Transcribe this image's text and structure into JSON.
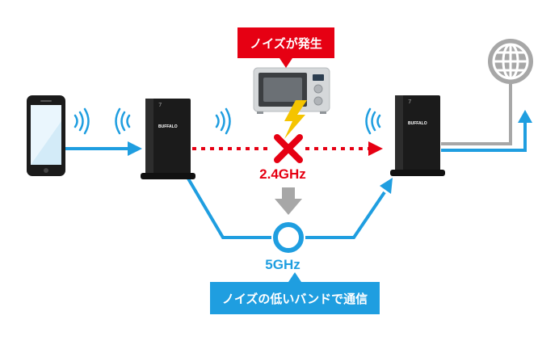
{
  "labels": {
    "noise_callout": "ノイズが発生",
    "freq_24": "2.4GHz",
    "freq_5": "5GHz",
    "band_callout": "ノイズの低いバンドで通信",
    "router_brand": "BUFFALO"
  },
  "colors": {
    "blue": "#1f9ee0",
    "red": "#e60013",
    "gray": "#a7a7a7",
    "device_black": "#1b1b1b"
  },
  "icons": [
    "smartphone-icon",
    "wifi-signal-icon",
    "router-icon",
    "microwave-icon",
    "lightning-icon",
    "cross-icon",
    "arrow-down-icon",
    "ring-icon",
    "globe-icon"
  ]
}
